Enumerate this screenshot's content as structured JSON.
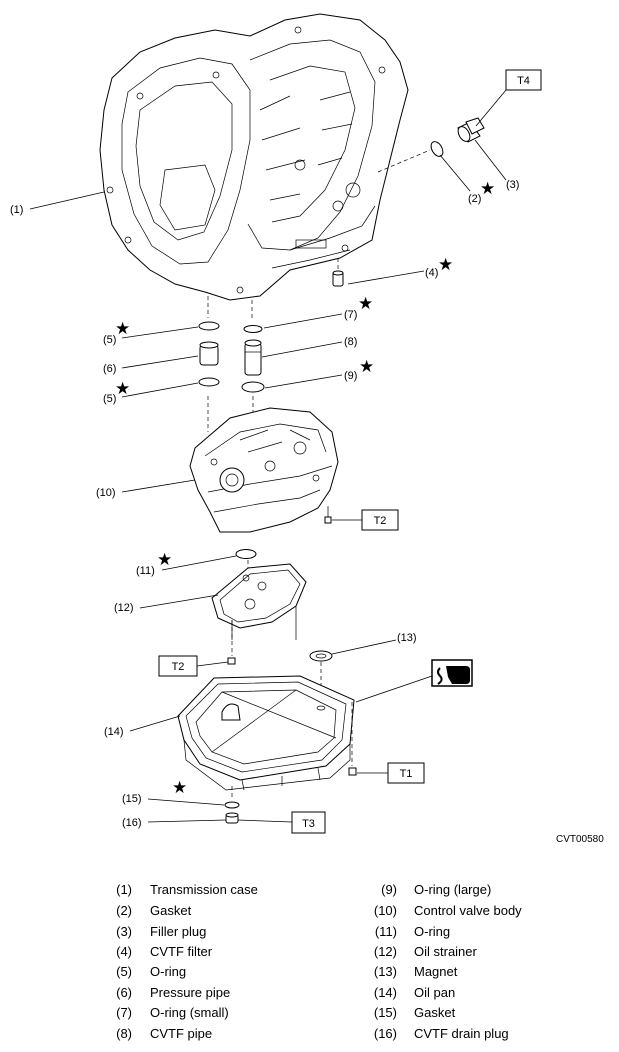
{
  "callouts": {
    "c1": "(1)",
    "c2": "(2)",
    "c3": "(3)",
    "c4": "(4)",
    "c5a": "(5)",
    "c5b": "(5)",
    "c6": "(6)",
    "c7": "(7)",
    "c8": "(8)",
    "c9": "(9)",
    "c10": "(10)",
    "c11": "(11)",
    "c12": "(12)",
    "c13": "(13)",
    "c14": "(14)",
    "c15": "(15)",
    "c16": "(16)"
  },
  "torque_boxes": {
    "t4": "T4",
    "t2a": "T2",
    "t2b": "T2",
    "t1": "T1",
    "t3": "T3"
  },
  "star_symbol": "★",
  "figure_id": "CVT00580",
  "legend": {
    "left": [
      {
        "num": "(1)",
        "text": "Transmission case"
      },
      {
        "num": "(2)",
        "text": "Gasket"
      },
      {
        "num": "(3)",
        "text": "Filler plug"
      },
      {
        "num": "(4)",
        "text": "CVTF filter"
      },
      {
        "num": "(5)",
        "text": "O-ring"
      },
      {
        "num": "(6)",
        "text": "Pressure pipe"
      },
      {
        "num": "(7)",
        "text": "O-ring (small)"
      },
      {
        "num": "(8)",
        "text": "CVTF pipe"
      }
    ],
    "right": [
      {
        "num": "(9)",
        "text": "O-ring (large)"
      },
      {
        "num": "(10)",
        "text": "Control valve body"
      },
      {
        "num": "(11)",
        "text": "O-ring"
      },
      {
        "num": "(12)",
        "text": "Oil strainer"
      },
      {
        "num": "(13)",
        "text": "Magnet"
      },
      {
        "num": "(14)",
        "text": "Oil pan"
      },
      {
        "num": "(15)",
        "text": "Gasket"
      },
      {
        "num": "(16)",
        "text": "CVTF drain plug"
      }
    ]
  }
}
